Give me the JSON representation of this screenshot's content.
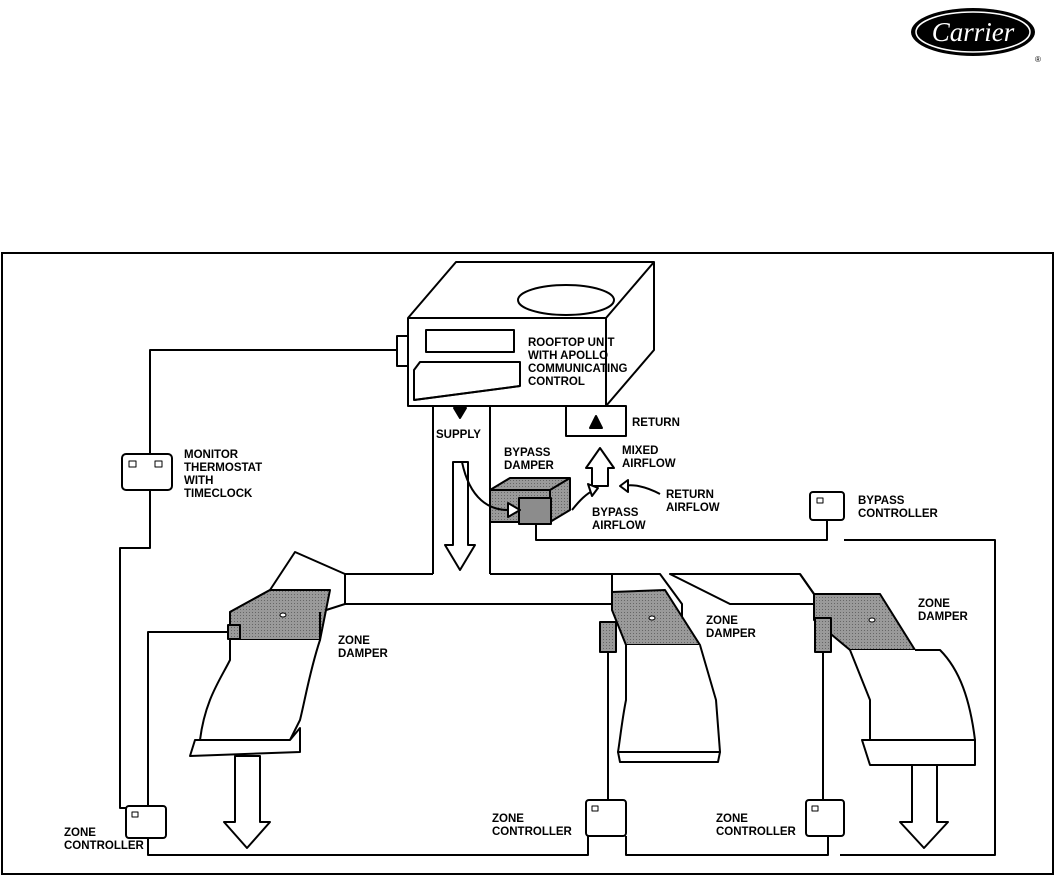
{
  "logo": {
    "brand": "Carrier",
    "registered": "®"
  },
  "colors": {
    "ink": "#000000",
    "damper_fill": "#8c8c8c",
    "paper": "#ffffff"
  },
  "labels": {
    "rooftop_unit": [
      "ROOFTOP UNIT",
      "WITH APOLLO",
      "COMMUNICATING",
      "CONTROL"
    ],
    "return": "RETURN",
    "supply": "SUPPLY",
    "bypass_damper": [
      "BYPASS",
      "DAMPER"
    ],
    "mixed_airflow": [
      "MIXED",
      "AIRFLOW"
    ],
    "return_airflow": [
      "RETURN",
      "AIRFLOW"
    ],
    "bypass_airflow": [
      "BYPASS",
      "AIRFLOW"
    ],
    "monitor_thermostat": [
      "MONITOR",
      "THERMOSTAT",
      "WITH",
      "TIMECLOCK"
    ],
    "bypass_controller": [
      "BYPASS",
      "CONTROLLER"
    ],
    "zone_damper_left": [
      "ZONE",
      "DAMPER"
    ],
    "zone_damper_middle": [
      "ZONE",
      "DAMPER"
    ],
    "zone_damper_right": [
      "ZONE",
      "DAMPER"
    ],
    "zone_controller_left": [
      "ZONE",
      "CONTROLLER"
    ],
    "zone_controller_middle": [
      "ZONE",
      "CONTROLLER"
    ],
    "zone_controller_right": [
      "ZONE",
      "CONTROLLER"
    ]
  }
}
